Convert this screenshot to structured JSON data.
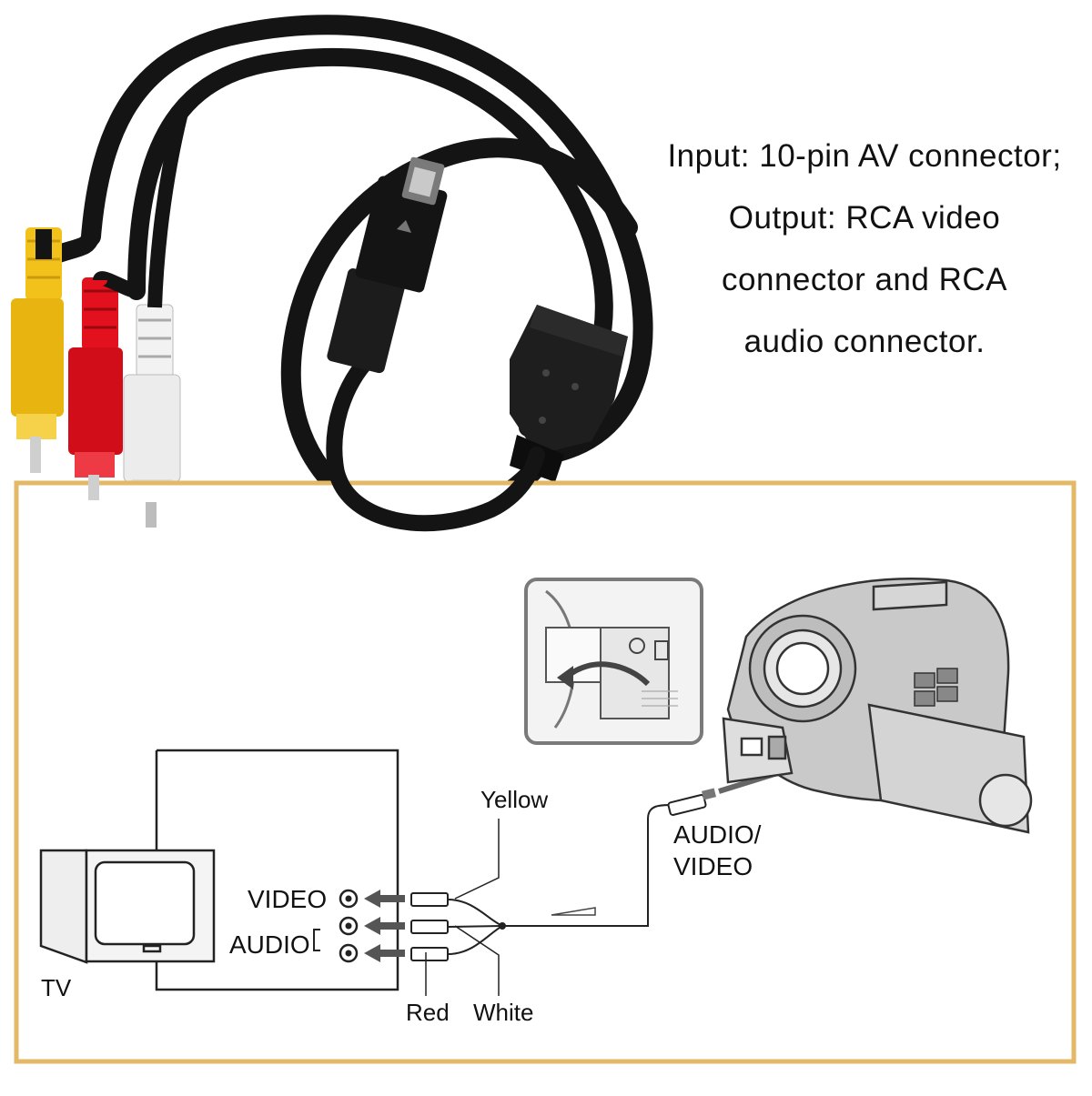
{
  "spec_text": {
    "line1": "Input: 10-pin AV connector;",
    "line2": "Output: RCA video",
    "line3": "connector and RCA",
    "line4": "audio connector."
  },
  "diagram": {
    "tv_label": "TV",
    "video_label": "VIDEO",
    "audio_label": "AUDIO",
    "yellow_label": "Yellow",
    "red_label": "Red",
    "white_label": "White",
    "av_label_line1": "AUDIO/",
    "av_label_line2": "VIDEO"
  },
  "colors": {
    "frame_border": "#e3b866",
    "plug_yellow": "#f3c21a",
    "plug_red": "#e3101e",
    "plug_white": "#f2f2f2",
    "cable": "#141414"
  }
}
